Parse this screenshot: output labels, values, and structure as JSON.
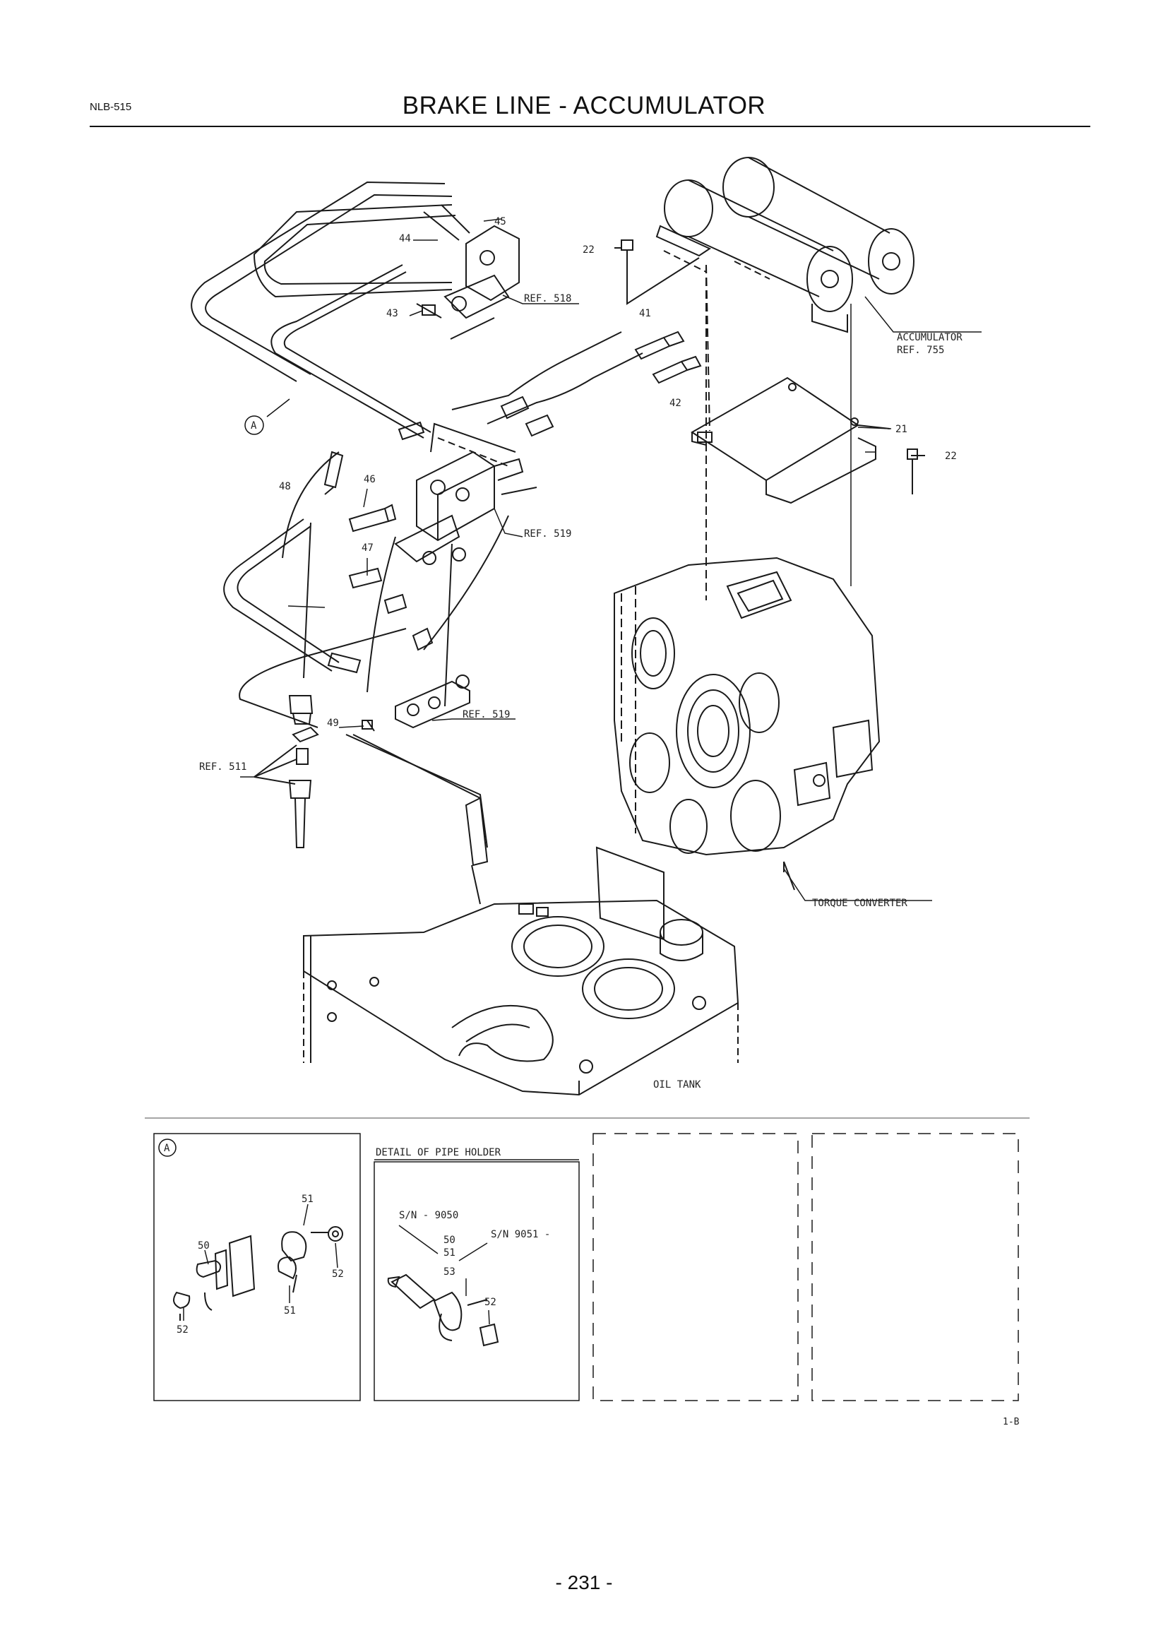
{
  "header": {
    "code": "NLB-515",
    "title": "BRAKE LINE - ACCUMULATOR"
  },
  "callouts": {
    "p22a": "22",
    "p45": "45",
    "p44": "44",
    "p43": "43",
    "ref518": "REF. 518",
    "p41": "41",
    "p42": "42",
    "accumulator": "ACCUMULATOR",
    "ref755": "REF. 755",
    "p21": "21",
    "p22b": "22",
    "detailA": "A",
    "p48": "48",
    "p46": "46",
    "ref519a": "REF. 519",
    "p47": "47",
    "p49": "49",
    "ref519b": "REF. 519",
    "ref511": "REF. 511",
    "torque": "TORQUE CONVERTER",
    "oiltank": "OIL TANK"
  },
  "detail_a": {
    "badge": "A",
    "p51a": "51",
    "p50": "50",
    "p52a": "52",
    "p52b": "52",
    "p51b": "51"
  },
  "pipe_holder": {
    "title": "DETAIL OF PIPE HOLDER",
    "sn_old": "S/N - 9050",
    "sn_new": "S/N 9051 -",
    "p50": "50",
    "p51": "51",
    "p53": "53",
    "p52": "52"
  },
  "figure_code": "1-B",
  "page_number": "- 231 -"
}
